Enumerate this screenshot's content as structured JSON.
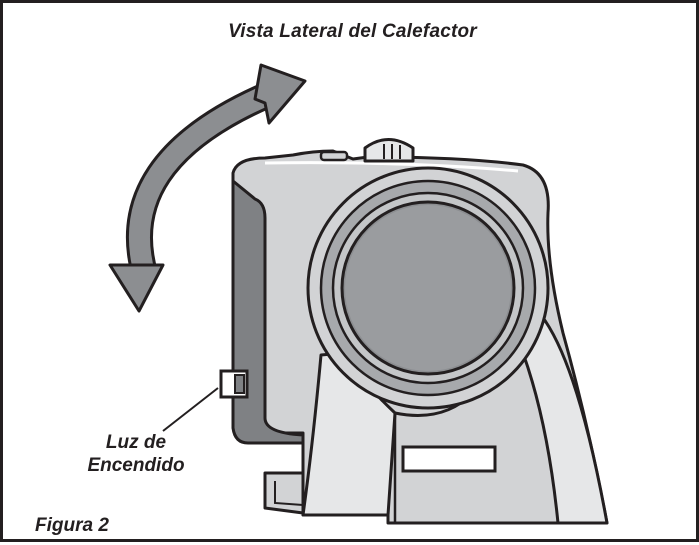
{
  "figure": {
    "title": "Vista Lateral del Calefactor",
    "callout_line1": "Luz de",
    "callout_line2": "Encendido",
    "label": "Figura 2"
  },
  "colors": {
    "outline": "#231f20",
    "body_gray": "#d2d3d5",
    "light_gray": "#e6e7e8",
    "mid_gray": "#a7a9ac",
    "dark_gray": "#7f8184",
    "arrow_gray": "#8c8e91"
  }
}
